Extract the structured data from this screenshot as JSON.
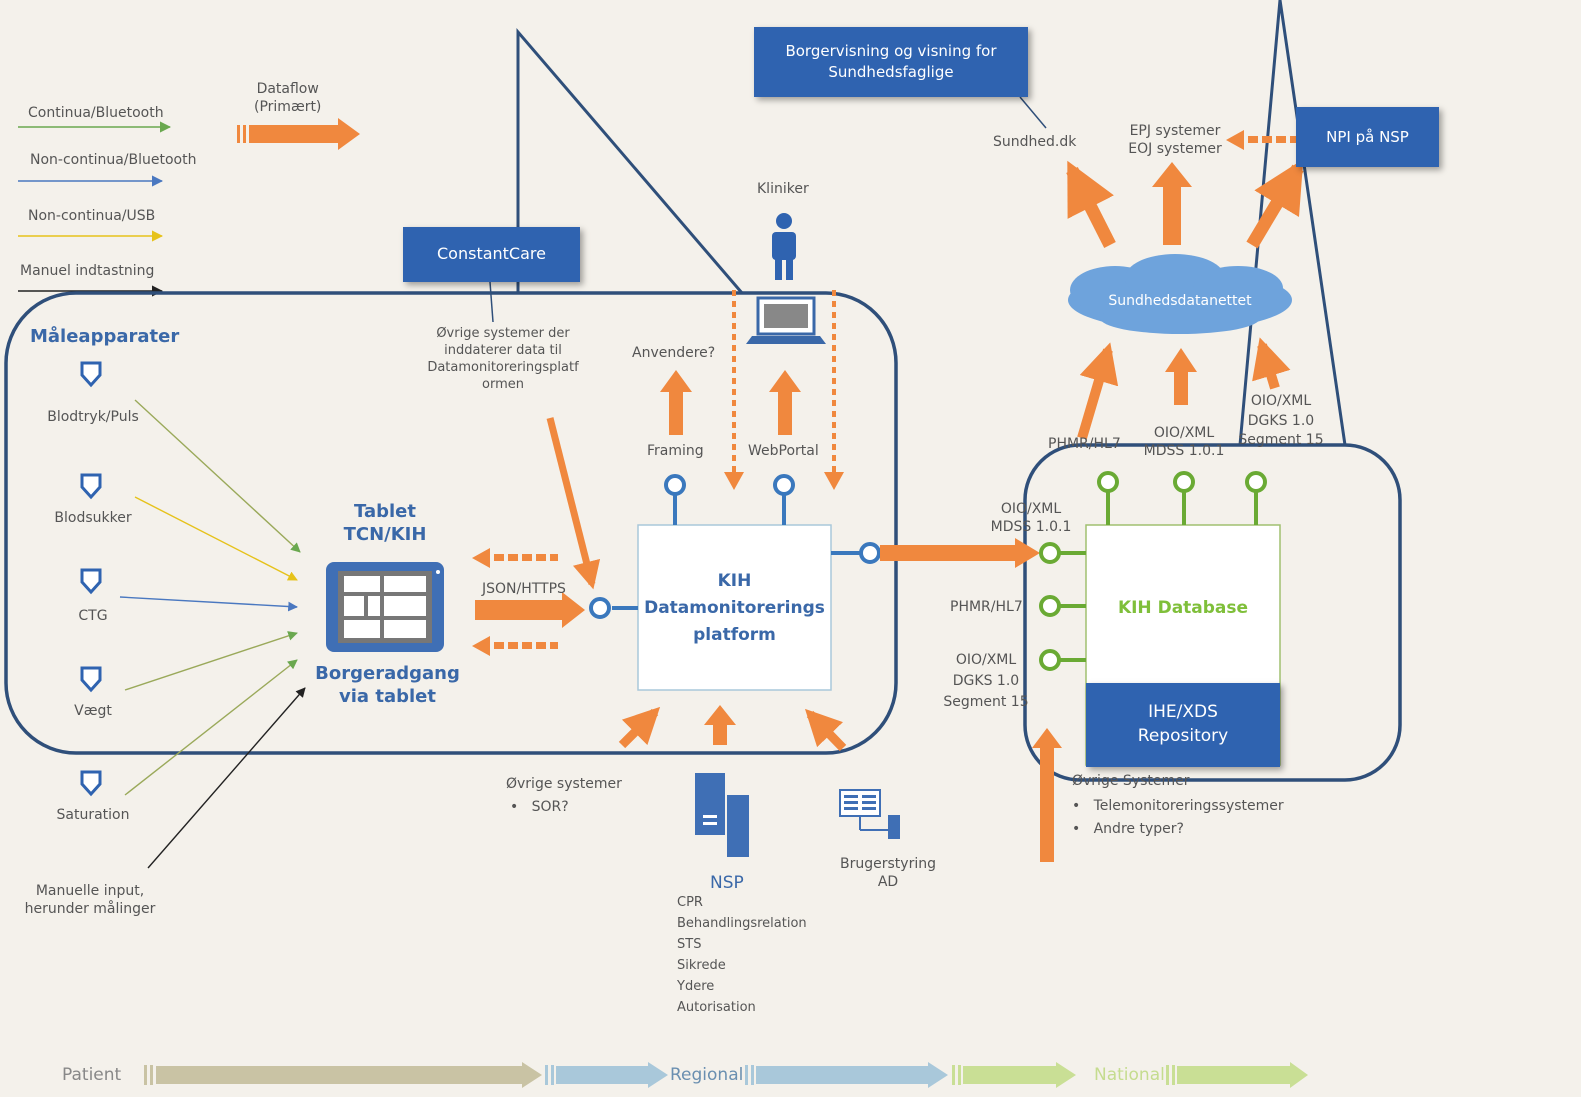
{
  "legend": {
    "items": [
      {
        "label": "Continua/Bluetooth",
        "color": "#6aa84f"
      },
      {
        "label": "Non-continua/Bluetooth",
        "color": "#4a78c0"
      },
      {
        "label": "Non-continua/USB",
        "color": "#e6c21a"
      },
      {
        "label": "Manuel indtastning",
        "color": "#222222"
      }
    ],
    "dataflow_label": "Dataflow\n(Primært)"
  },
  "boxes": {
    "constantcare": "ConstantCare",
    "borgervisning": "Borgervisning og visning for\nSundhedsfaglige",
    "npi": "NPI på NSP",
    "ihe": "IHE/XDS\nRepository"
  },
  "devices": {
    "title": "Måleapparater",
    "items": [
      "Blodtryk/Puls",
      "Blodsukker",
      "CTG",
      "Vægt",
      "Saturation"
    ],
    "manual": "Manuelle input,\nherunder målinger"
  },
  "tablet": {
    "title": "Tablet\nTCN/KIH",
    "subtitle": "Borgeradgang\nvia tablet"
  },
  "kih_platform": "KIH\nDatamonitorerings\nplatform",
  "kih_db": "KIH Database",
  "labels": {
    "ovrige_top": "Øvrige systemer der\ninddaterer data til\nDatamonitoreringsplatf\normen",
    "json": "JSON/HTTPS",
    "anvendere": "Anvendere?",
    "framing": "Framing",
    "webportal": "WebPortal",
    "kliniker": "Kliniker",
    "sundhed_dk": "Sundhed.dk",
    "epj": "EPJ systemer\nEOJ systemer",
    "cloud": "Sundhedsdatanettet",
    "phmr_top": "PHMR/HL7",
    "oio_mdss_top": "OIO/XML\nMDSS 1.0.1",
    "oio_dgks_top": "OIO/XML\nDGKS 1.0\nSegment 15",
    "oio_mdss_left": "OIO/XML\nMDSS 1.0.1",
    "phmr_left": "PHMR/HL7",
    "oio_dgks_left": "OIO/XML\nDGKS 1.0\nSegment 15",
    "ovrige_bottom_title": "Øvrige systemer",
    "ovrige_bottom_item": "SOR?",
    "nsp_title": "NSP",
    "nsp_items": "CPR\nBehandlingsrelation\nSTS\nSikrede\nYdere\nAutorisation",
    "brugerstyring": "Brugerstyring\nAD",
    "ovrige_right_title": "Øvrige Systemer",
    "ovrige_right_items": [
      "Telemonitoreringssystemer",
      "Andre typer?"
    ]
  },
  "ribbon": {
    "patient": "Patient",
    "regional": "Regional",
    "national": "National"
  },
  "colors": {
    "orange": "#f0883e",
    "navy": "#2f4f7a",
    "blue": "#2f63b0",
    "green": "#7fbf3a",
    "ribbon_patient": "#c9c3a4",
    "ribbon_regional": "#a9c8da",
    "ribbon_national": "#c9df95"
  }
}
